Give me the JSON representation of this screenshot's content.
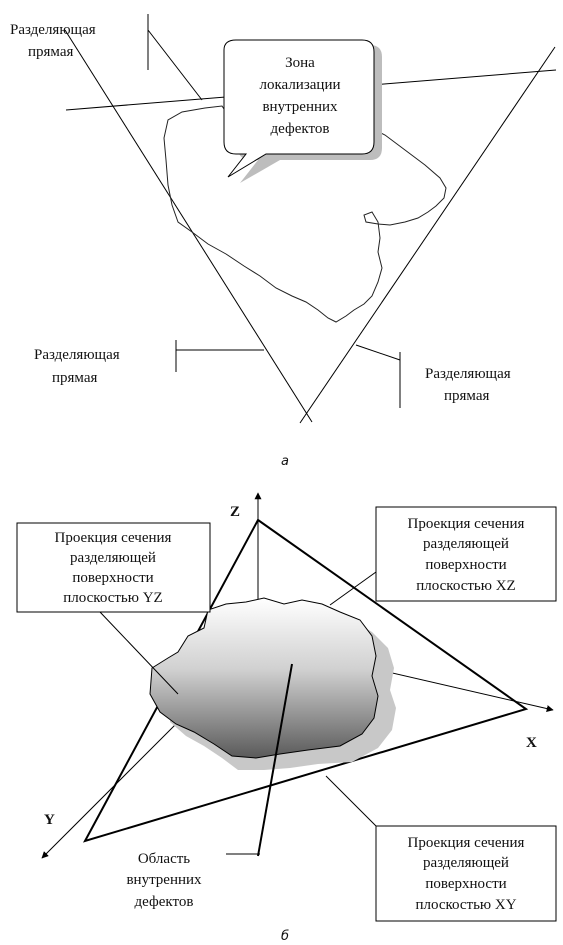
{
  "diagram_a": {
    "caption": "а",
    "speech_bubble": [
      "Зона",
      "локализации",
      "внутренних",
      "дефектов"
    ],
    "label_top_left": [
      "Разделяющая",
      "прямая"
    ],
    "label_bottom_left": [
      "Разделяющая",
      "прямая"
    ],
    "label_bottom_right": [
      "Разделяющая",
      "прямая"
    ]
  },
  "diagram_b": {
    "caption": "б",
    "axis_z": "Z",
    "axis_x": "X",
    "axis_y": "Y",
    "box_yz": [
      "Проекция сечения",
      "разделяющей",
      "поверхности",
      "плоскостью YZ"
    ],
    "box_xz": [
      "Проекция сечения",
      "разделяющей",
      "поверхности",
      "плоскостью XZ"
    ],
    "box_xy": [
      "Проекция сечения",
      "разделяющей",
      "поверхности",
      "плоскостью XY"
    ],
    "region_label": [
      "Область",
      "внутренних",
      "дефектов"
    ]
  }
}
